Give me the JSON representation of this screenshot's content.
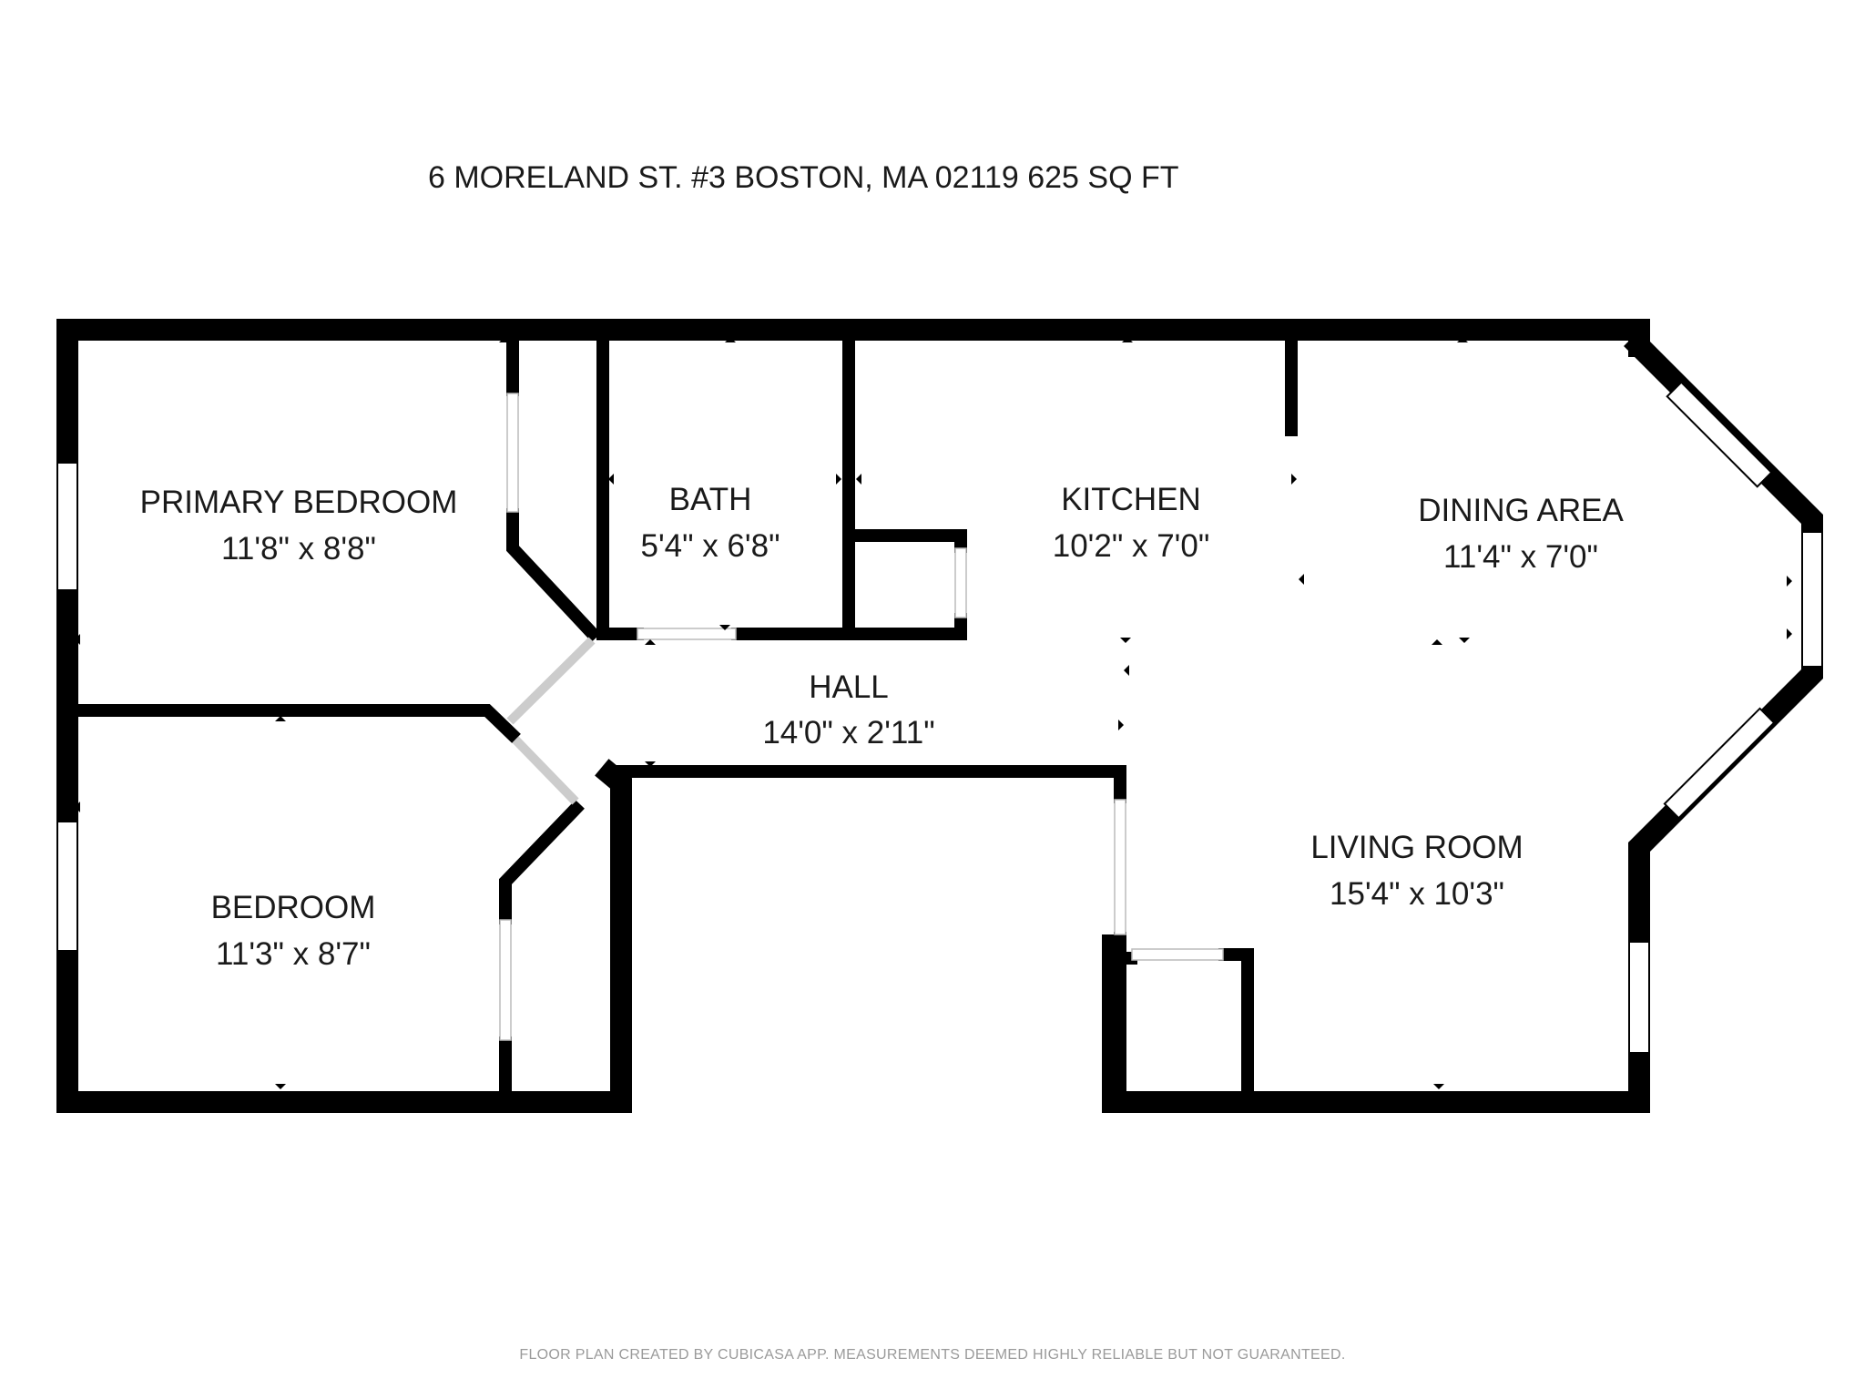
{
  "title": "6 MORELAND ST. #3 BOSTON, MA 02119 625 SQ FT",
  "footer": "FLOOR PLAN CREATED BY CUBICASA APP. MEASUREMENTS DEEMED HIGHLY RELIABLE BUT NOT GUARANTEED.",
  "colors": {
    "wall": "#000000",
    "background": "#ffffff",
    "text": "#1a1a1a",
    "footer": "#9a9a9a"
  },
  "rooms": {
    "primary_bedroom": {
      "name": "PRIMARY BEDROOM",
      "dims": "11'8\" x 8'8\""
    },
    "bath": {
      "name": "BATH",
      "dims": "5'4\" x 6'8\""
    },
    "kitchen": {
      "name": "KITCHEN",
      "dims": "10'2\" x 7'0\""
    },
    "dining": {
      "name": "DINING AREA",
      "dims": "11'4\" x 7'0\""
    },
    "hall": {
      "name": "HALL",
      "dims": "14'0\" x 2'11\""
    },
    "bedroom": {
      "name": "BEDROOM",
      "dims": "11'3\" x 8'7\""
    },
    "living": {
      "name": "LIVING ROOM",
      "dims": "15'4\" x 10'3\""
    }
  }
}
